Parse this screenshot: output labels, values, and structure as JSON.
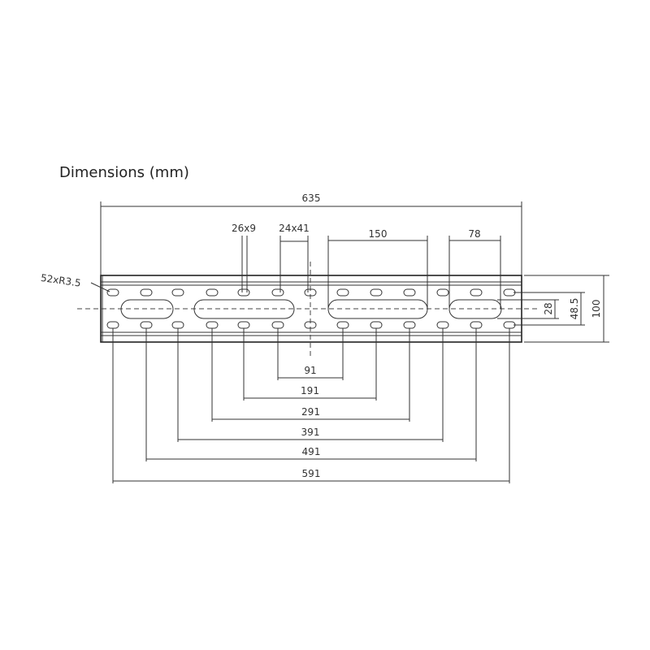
{
  "title": "Dimensions  (mm)",
  "labels": {
    "overall_length": "635",
    "small_hole": "26x9",
    "slot_width": "24x41",
    "long_slot": "150",
    "short_slot": "78",
    "hole_count": "52xR3.5",
    "height": "100",
    "hole_pitch_vertical": "48.5",
    "slot_height": "28"
  },
  "bottom_dimensions": [
    "91",
    "191",
    "291",
    "391",
    "491",
    "591"
  ]
}
